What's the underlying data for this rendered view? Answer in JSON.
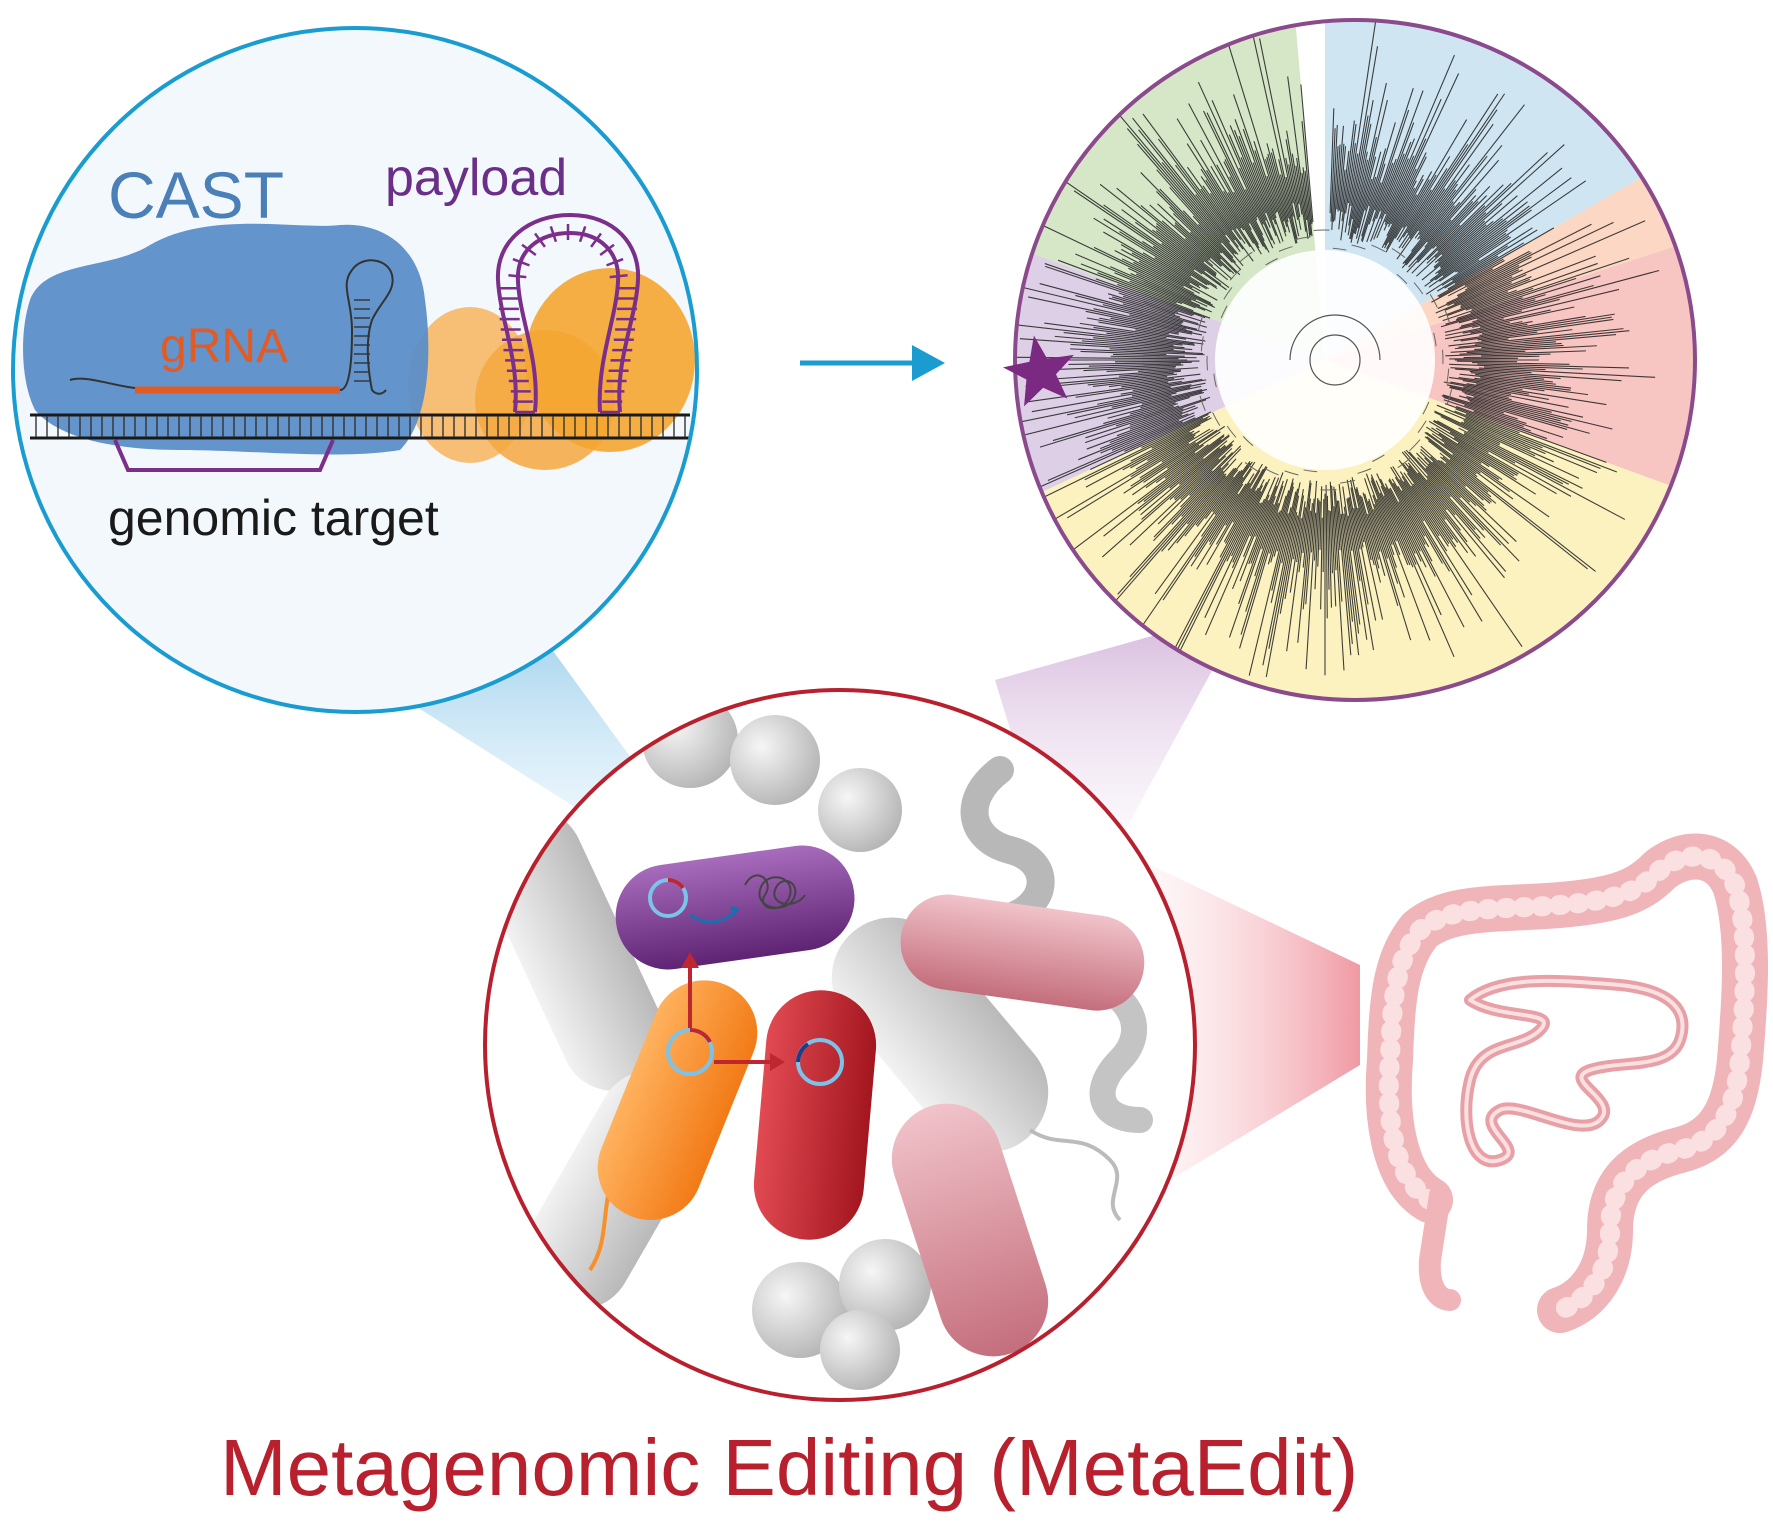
{
  "labels": {
    "cast": "CAST",
    "payload": "payload",
    "grna": "gRNA",
    "genomic_target": "genomic target",
    "title": "Metagenomic Editing (MetaEdit)"
  },
  "colors": {
    "cast_protein": "#5b8ec8",
    "cast_text": "#4a7fb8",
    "payload_text": "#6b2f8a",
    "grna": "#e35b24",
    "transposase": "#f5a623",
    "blue_ring": "#1a9cd0",
    "purple_ring": "#8b4a8c",
    "red_ring": "#b8202e",
    "title": "#b8202e",
    "purple_cell": "#7b3b8f",
    "orange_cell": "#f7902a",
    "red_cell": "#c0262f",
    "pink_cell": "#d98b97",
    "grey_cell": "#cfcfcf",
    "gut": "#efb5b8",
    "tree_sectors": [
      "#d6e7c8",
      "#cfe6f2",
      "#fbd7c4",
      "#f8c6c2",
      "#fbf2c0",
      "#ddd0e6"
    ]
  },
  "icons": {
    "arrow": "right-arrow-icon",
    "star": "star-icon",
    "gut": "intestine-icon"
  }
}
